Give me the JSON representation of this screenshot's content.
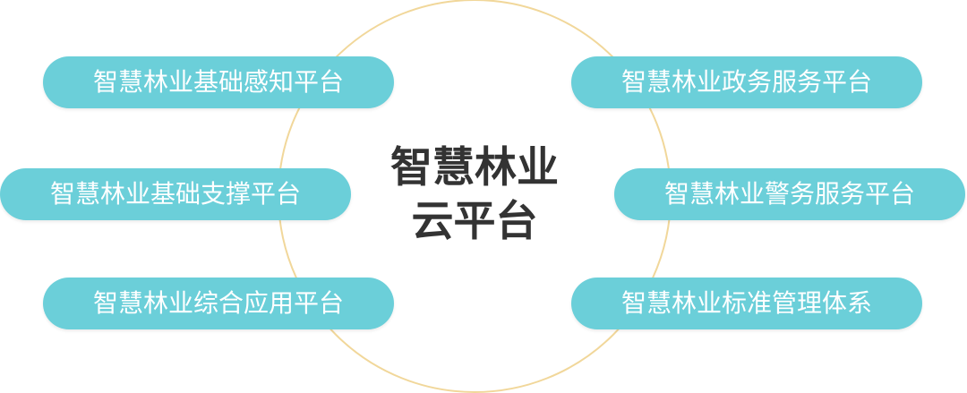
{
  "center": {
    "line1": "智慧林业",
    "line2": "云平台"
  },
  "left": [
    {
      "label": "智慧林业基础感知平台"
    },
    {
      "label": "智慧林业基础支撑平台"
    },
    {
      "label": "智慧林业综合应用平台"
    }
  ],
  "right": [
    {
      "label": "智慧林业政务服务平台"
    },
    {
      "label": "智慧林业警务服务平台"
    },
    {
      "label": "智慧林业标准管理体系"
    }
  ],
  "colors": {
    "pill_fill": "#6bcfd9",
    "pill_text": "#ffffff",
    "circle_stroke": "#f1d79a",
    "center_text": "#333333"
  }
}
